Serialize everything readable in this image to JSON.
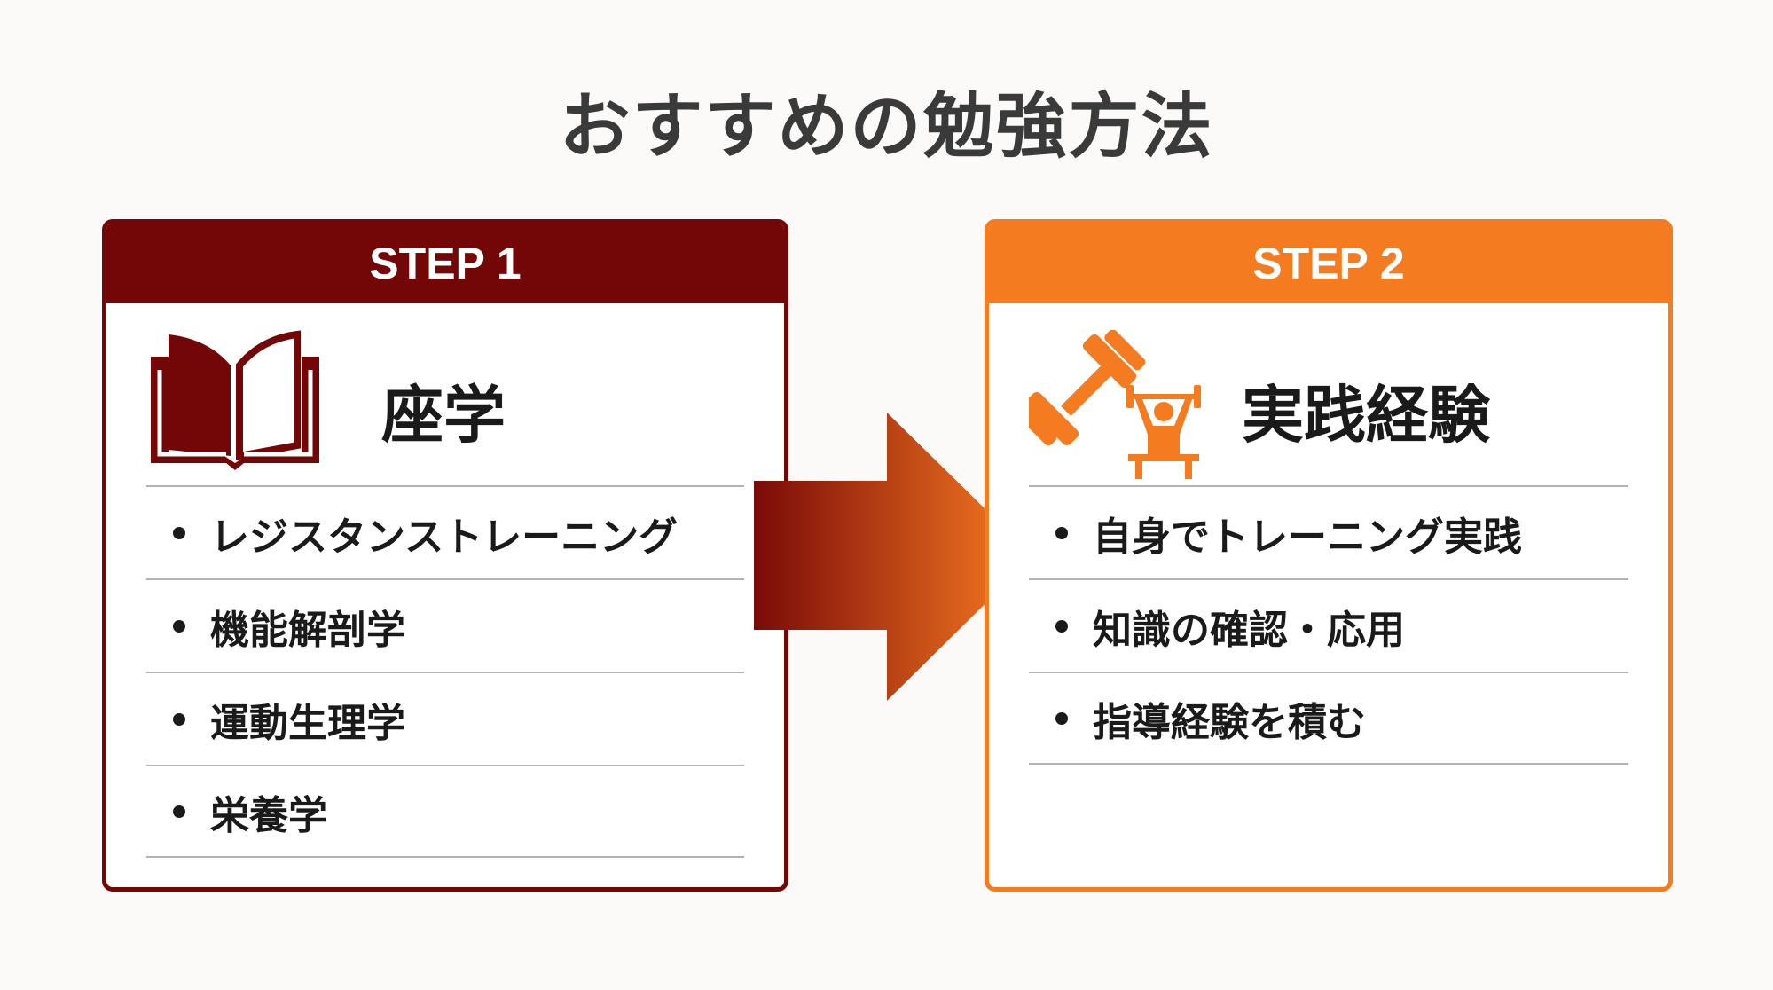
{
  "title": "おすすめの勉強方法",
  "steps": [
    {
      "label": "STEP 1",
      "heading": "座学",
      "icon": "book-icon",
      "color": "#730606",
      "items": [
        "レジスタンストレーニング",
        "機能解剖学",
        "運動生理学",
        "栄養学"
      ]
    },
    {
      "label": "STEP 2",
      "heading": "実践経験",
      "icon": "dumbbell-lifter-icon",
      "color": "#f57b20",
      "items": [
        "自身でトレーニング実践",
        "知識の確認・応用",
        "指導経験を積む"
      ]
    }
  ]
}
